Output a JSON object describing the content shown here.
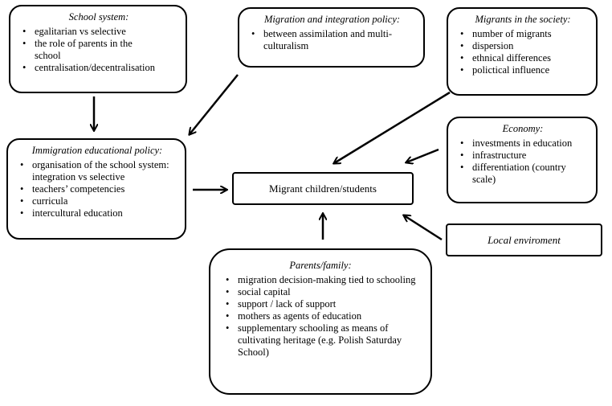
{
  "school_system": {
    "title": "School system:",
    "items": [
      "egalitarian vs selective",
      "the role of parents in the school",
      "centralisation/decentralisation"
    ]
  },
  "migration_policy": {
    "title": "Migration and integration policy:",
    "items": [
      "between assimilation and multi-culturalism"
    ]
  },
  "migrants_society": {
    "title": "Migrants in the society:",
    "items": [
      "number of migrants",
      "dispersion",
      "ethnical differences",
      "polictical influence"
    ]
  },
  "immigration_policy": {
    "title": "Immigration educational policy:",
    "items": [
      "organisation of the school system: integration vs selective",
      "teachers’ competencies",
      "curricula",
      "intercultural education"
    ]
  },
  "center": {
    "label": "Migrant children/students"
  },
  "economy": {
    "title": "Economy:",
    "items": [
      "investments in education",
      "infrastructure",
      "differentiation (country scale)"
    ]
  },
  "local": {
    "label": "Local enviroment"
  },
  "parents": {
    "title": "Parents/family:",
    "items": [
      "migration decision-making tied to schooling",
      "social capital",
      "support / lack of support",
      "mothers as agents of education",
      "supplementary schooling as means of cultivating heritage (e.g. Polish Saturday School)"
    ]
  }
}
